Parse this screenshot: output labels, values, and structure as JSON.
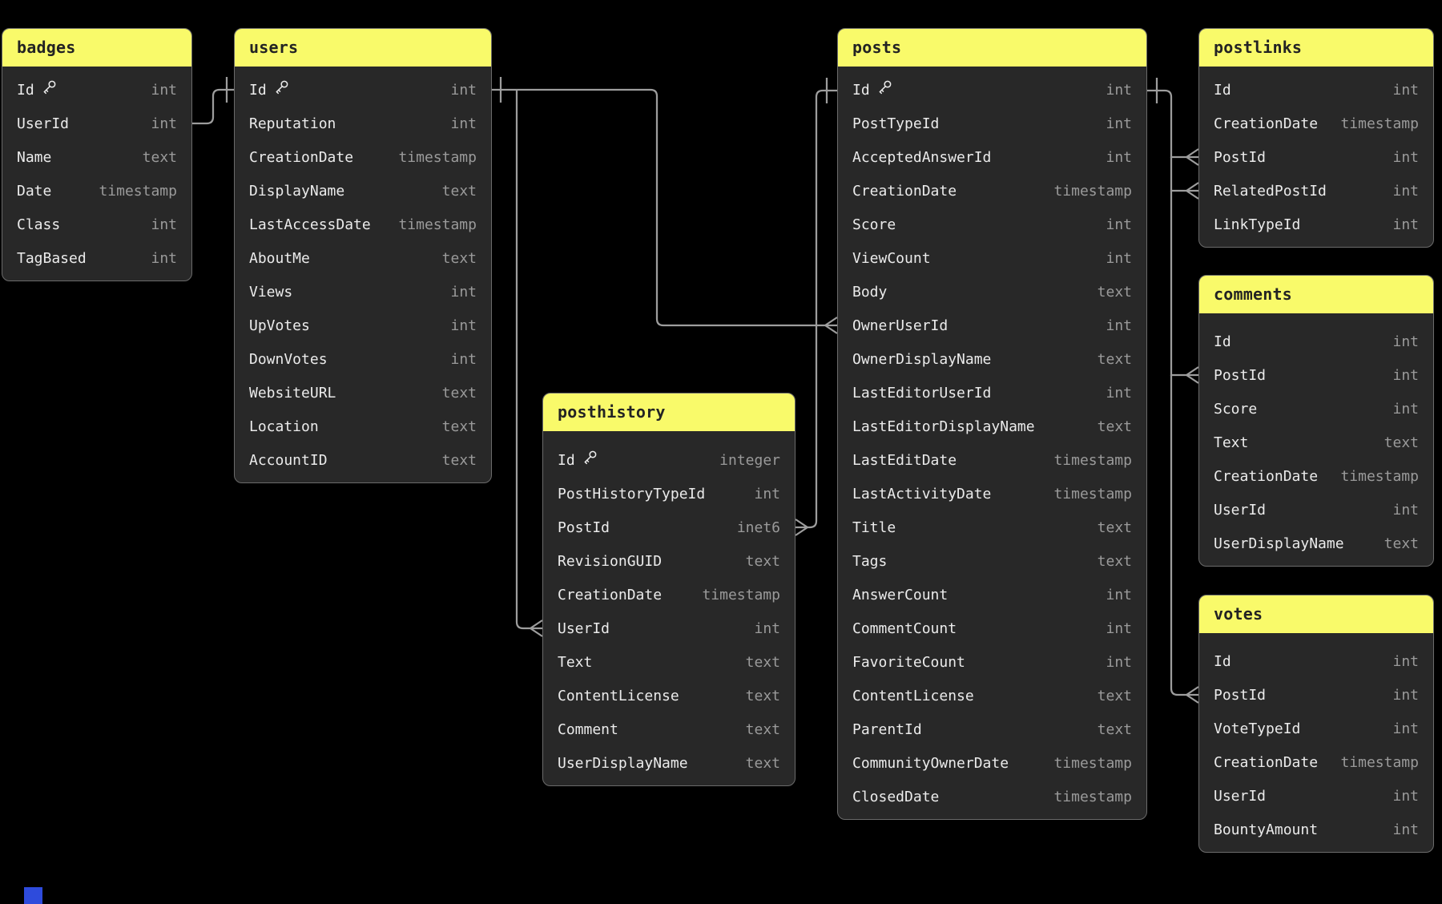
{
  "diagram": {
    "kind": "database-schema",
    "colors": {
      "background": "#000000",
      "table_header": "#f9fa6a",
      "table_header_text": "#232323",
      "table_body": "#282828",
      "table_border": "#6b6b6b",
      "field_name_text": "#ebebeb",
      "field_type_text": "#9a9a9a",
      "relationship_line": "#9d9d9d",
      "viewport_indicator": "#2e4bdc"
    }
  },
  "tables": [
    {
      "name": "badges",
      "fields": [
        {
          "name": "Id",
          "type": "int",
          "key": true
        },
        {
          "name": "UserId",
          "type": "int",
          "key": false
        },
        {
          "name": "Name",
          "type": "text",
          "key": false
        },
        {
          "name": "Date",
          "type": "timestamp",
          "key": false
        },
        {
          "name": "Class",
          "type": "int",
          "key": false
        },
        {
          "name": "TagBased",
          "type": "int",
          "key": false
        }
      ]
    },
    {
      "name": "users",
      "fields": [
        {
          "name": "Id",
          "type": "int",
          "key": true
        },
        {
          "name": "Reputation",
          "type": "int",
          "key": false
        },
        {
          "name": "CreationDate",
          "type": "timestamp",
          "key": false
        },
        {
          "name": "DisplayName",
          "type": "text",
          "key": false
        },
        {
          "name": "LastAccessDate",
          "type": "timestamp",
          "key": false
        },
        {
          "name": "AboutMe",
          "type": "text",
          "key": false
        },
        {
          "name": "Views",
          "type": "int",
          "key": false
        },
        {
          "name": "UpVotes",
          "type": "int",
          "key": false
        },
        {
          "name": "DownVotes",
          "type": "int",
          "key": false
        },
        {
          "name": "WebsiteURL",
          "type": "text",
          "key": false
        },
        {
          "name": "Location",
          "type": "text",
          "key": false
        },
        {
          "name": "AccountID",
          "type": "text",
          "key": false
        }
      ]
    },
    {
      "name": "posthistory",
      "fields": [
        {
          "name": "Id",
          "type": "integer",
          "key": true
        },
        {
          "name": "PostHistoryTypeId",
          "type": "int",
          "key": false
        },
        {
          "name": "PostId",
          "type": "inet6",
          "key": false
        },
        {
          "name": "RevisionGUID",
          "type": "text",
          "key": false
        },
        {
          "name": "CreationDate",
          "type": "timestamp",
          "key": false
        },
        {
          "name": "UserId",
          "type": "int",
          "key": false
        },
        {
          "name": "Text",
          "type": "text",
          "key": false
        },
        {
          "name": "ContentLicense",
          "type": "text",
          "key": false
        },
        {
          "name": "Comment",
          "type": "text",
          "key": false
        },
        {
          "name": "UserDisplayName",
          "type": "text",
          "key": false
        }
      ]
    },
    {
      "name": "posts",
      "fields": [
        {
          "name": "Id",
          "type": "int",
          "key": true
        },
        {
          "name": "PostTypeId",
          "type": "int",
          "key": false
        },
        {
          "name": "AcceptedAnswerId",
          "type": "int",
          "key": false
        },
        {
          "name": "CreationDate",
          "type": "timestamp",
          "key": false
        },
        {
          "name": "Score",
          "type": "int",
          "key": false
        },
        {
          "name": "ViewCount",
          "type": "int",
          "key": false
        },
        {
          "name": "Body",
          "type": "text",
          "key": false
        },
        {
          "name": "OwnerUserId",
          "type": "int",
          "key": false
        },
        {
          "name": "OwnerDisplayName",
          "type": "text",
          "key": false
        },
        {
          "name": "LastEditorUserId",
          "type": "int",
          "key": false
        },
        {
          "name": "LastEditorDisplayName",
          "type": "text",
          "key": false
        },
        {
          "name": "LastEditDate",
          "type": "timestamp",
          "key": false
        },
        {
          "name": "LastActivityDate",
          "type": "timestamp",
          "key": false
        },
        {
          "name": "Title",
          "type": "text",
          "key": false
        },
        {
          "name": "Tags",
          "type": "text",
          "key": false
        },
        {
          "name": "AnswerCount",
          "type": "int",
          "key": false
        },
        {
          "name": "CommentCount",
          "type": "int",
          "key": false
        },
        {
          "name": "FavoriteCount",
          "type": "int",
          "key": false
        },
        {
          "name": "ContentLicense",
          "type": "text",
          "key": false
        },
        {
          "name": "ParentId",
          "type": "text",
          "key": false
        },
        {
          "name": "CommunityOwnerDate",
          "type": "timestamp",
          "key": false
        },
        {
          "name": "ClosedDate",
          "type": "timestamp",
          "key": false
        }
      ]
    },
    {
      "name": "postlinks",
      "fields": [
        {
          "name": "Id",
          "type": "int",
          "key": false
        },
        {
          "name": "CreationDate",
          "type": "timestamp",
          "key": false
        },
        {
          "name": "PostId",
          "type": "int",
          "key": false
        },
        {
          "name": "RelatedPostId",
          "type": "int",
          "key": false
        },
        {
          "name": "LinkTypeId",
          "type": "int",
          "key": false
        }
      ]
    },
    {
      "name": "comments",
      "fields": [
        {
          "name": "Id",
          "type": "int",
          "key": false
        },
        {
          "name": "PostId",
          "type": "int",
          "key": false
        },
        {
          "name": "Score",
          "type": "int",
          "key": false
        },
        {
          "name": "Text",
          "type": "text",
          "key": false
        },
        {
          "name": "CreationDate",
          "type": "timestamp",
          "key": false
        },
        {
          "name": "UserId",
          "type": "int",
          "key": false
        },
        {
          "name": "UserDisplayName",
          "type": "text",
          "key": false
        }
      ]
    },
    {
      "name": "votes",
      "fields": [
        {
          "name": "Id",
          "type": "int",
          "key": false
        },
        {
          "name": "PostId",
          "type": "int",
          "key": false
        },
        {
          "name": "VoteTypeId",
          "type": "int",
          "key": false
        },
        {
          "name": "CreationDate",
          "type": "timestamp",
          "key": false
        },
        {
          "name": "UserId",
          "type": "int",
          "key": false
        },
        {
          "name": "BountyAmount",
          "type": "int",
          "key": false
        }
      ]
    }
  ],
  "relationships": [
    {
      "from": "badges.UserId",
      "to": "users.Id",
      "from_cardinality": "many",
      "to_cardinality": "one"
    },
    {
      "from": "users.Id",
      "to": "posts.OwnerUserId",
      "from_cardinality": "one",
      "to_cardinality": "many"
    },
    {
      "from": "users.Id",
      "to": "posthistory.UserId",
      "from_cardinality": "one",
      "to_cardinality": "many"
    },
    {
      "from": "posts.Id",
      "to": "posthistory.PostId",
      "from_cardinality": "one",
      "to_cardinality": "many"
    },
    {
      "from": "posts.Id",
      "to": "postlinks.PostId",
      "from_cardinality": "one",
      "to_cardinality": "many"
    },
    {
      "from": "posts.Id",
      "to": "postlinks.RelatedPostId",
      "from_cardinality": "one",
      "to_cardinality": "many"
    },
    {
      "from": "posts.Id",
      "to": "comments.PostId",
      "from_cardinality": "one",
      "to_cardinality": "many"
    },
    {
      "from": "posts.Id",
      "to": "votes.PostId",
      "from_cardinality": "one",
      "to_cardinality": "many"
    }
  ]
}
